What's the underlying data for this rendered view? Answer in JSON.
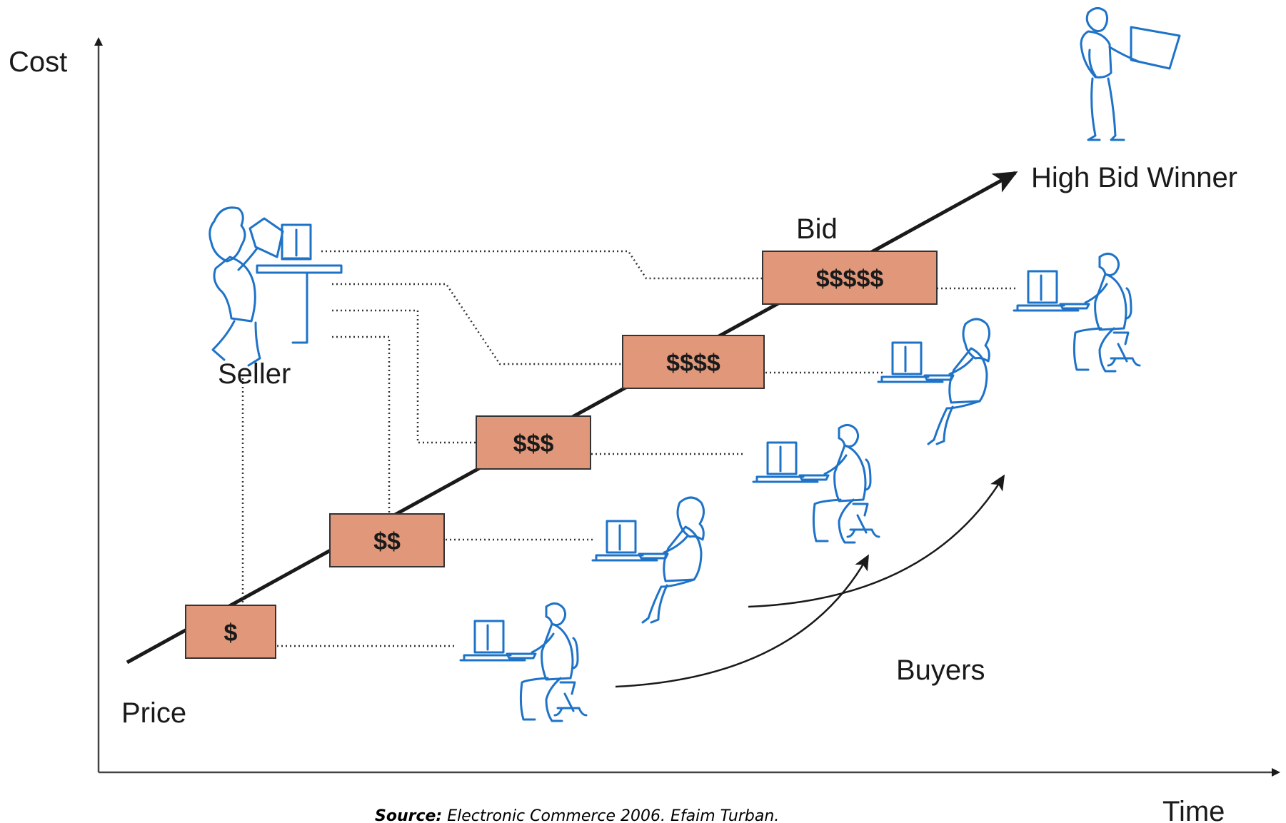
{
  "axes": {
    "y_label": "Cost",
    "x_label": "Time"
  },
  "labels": {
    "price": "Price",
    "seller": "Seller",
    "bid": "Bid",
    "buyers": "Buyers",
    "high_bid_winner": "High Bid Winner"
  },
  "bids": [
    "$",
    "$$",
    "$$$",
    "$$$$",
    "$$$$$"
  ],
  "source": {
    "prefix": "Source:",
    "text": " Electronic Commerce 2006. Efaim Turban."
  },
  "colors": {
    "bid_box_fill": "#e0977a",
    "figure_stroke": "#1e73c8",
    "line": "#1a1a1a"
  }
}
